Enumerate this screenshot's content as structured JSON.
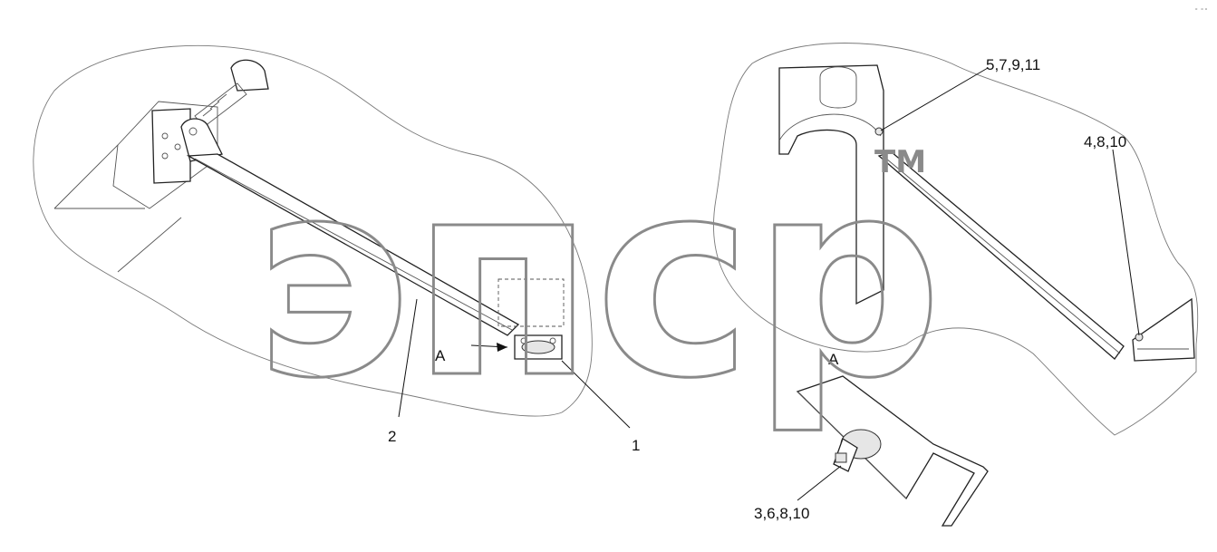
{
  "callouts": {
    "part_1": "1",
    "part_2": "2",
    "view_a_left": "A",
    "view_a_right": "A",
    "hardware_top": "5,7,9,11",
    "hardware_right": "4,8,10",
    "hardware_bottom": "3,6,8,10"
  },
  "watermark": {
    "logo": "эпср",
    "trademark": "TM"
  },
  "colors": {
    "line": "#222222",
    "watermark": "#8a8a8a",
    "background": "#ffffff"
  }
}
